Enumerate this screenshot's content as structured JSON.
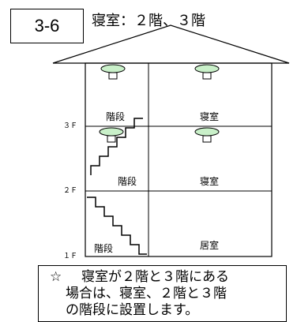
{
  "section_label": "3-6",
  "header": "寝室：２階、３階",
  "floors": {
    "third": "３Ｆ",
    "second": "２Ｆ",
    "first": "１Ｆ"
  },
  "rooms": {
    "f3_left": "階段",
    "f3_right": "寝室",
    "f2_left": "階段",
    "f2_right": "寝室",
    "f1_left": "階段",
    "f1_right": "居室"
  },
  "note": {
    "star": "☆",
    "line1": "寝室が２階と３階にある",
    "line2": "場合は、寝室、２階と３階",
    "line3": "の階段に設置します。"
  },
  "colors": {
    "detector_fill": "#c9f0c9",
    "stroke": "#000000"
  }
}
